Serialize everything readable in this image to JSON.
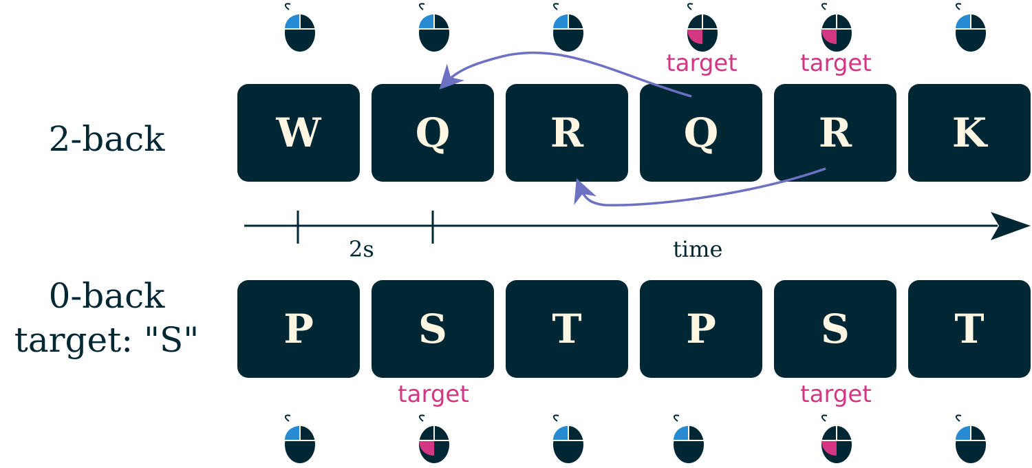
{
  "colors": {
    "tile_bg": "#002733",
    "tile_text": "#fdf6e3",
    "target": "#d33682",
    "mouse_left": "#268bd2",
    "mouse_target": "#d33682",
    "arrow": "#6c71c4",
    "axis": "#002733"
  },
  "two_back": {
    "label": "2-back",
    "letters": [
      "W",
      "Q",
      "R",
      "Q",
      "R",
      "K"
    ],
    "target_label": "target",
    "targets": [
      false,
      false,
      false,
      true,
      true,
      false
    ],
    "clicks": [
      "blue",
      "blue",
      "blue",
      "pink",
      "pink",
      "blue"
    ]
  },
  "zero_back": {
    "label_line1": "0-back",
    "label_line2": "target: \"S\"",
    "letters": [
      "P",
      "S",
      "T",
      "P",
      "S",
      "T"
    ],
    "target_label": "target",
    "targets": [
      false,
      true,
      false,
      false,
      true,
      false
    ],
    "clicks": [
      "blue",
      "pink",
      "blue",
      "blue",
      "pink",
      "blue"
    ]
  },
  "timeline": {
    "interval_label": "2s",
    "axis_label": "time"
  },
  "icons": {
    "mouse": "computer-mouse-icon",
    "axis_arrow": "arrow-right-icon",
    "back_arrow": "curved-arrow-icon"
  }
}
